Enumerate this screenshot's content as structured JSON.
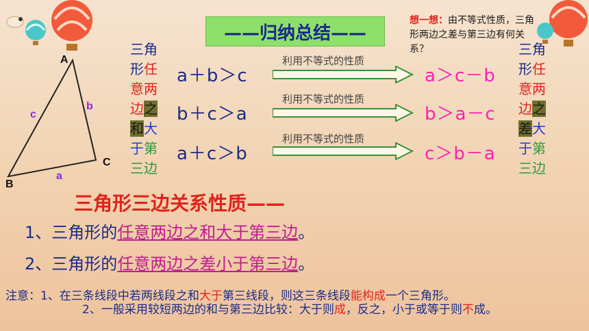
{
  "title": "——归纳总结——",
  "think": {
    "label": "想一想：",
    "text": "由不等式性质，三角形两边之差与第三边有何关系？"
  },
  "triangle": {
    "A": "A",
    "B": "B",
    "C": "C",
    "a": "a",
    "b": "b",
    "c": "c"
  },
  "left_col": {
    "c1": "三角",
    "c2a": "形",
    "c2b": "任",
    "c3": "意两",
    "c4a": "边",
    "c4b": "之",
    "c5a": "和",
    "c5b": "大",
    "c6a": "于",
    "c6b": "第",
    "c7": "三边"
  },
  "right_col": {
    "c1": "三角",
    "c2a": "形",
    "c2b": "任",
    "c3": "意两",
    "c4a": "边",
    "c4b": "之",
    "c5a": "差",
    "c5b": "大",
    "c6a": "于",
    "c6b": "第",
    "c7": "三边"
  },
  "rows": [
    {
      "ineq": "a＋b＞c",
      "label": "利用不等式的性质",
      "result": "a＞c－b"
    },
    {
      "ineq": "b＋c＞a",
      "label": "利用不等式的性质",
      "result": "b＞a－c"
    },
    {
      "ineq": "a＋c＞b",
      "label": "利用不等式的性质",
      "result": "c＞b－a"
    }
  ],
  "heading": "三角形三边关系性质——",
  "prop1": {
    "pre": "1、三角形的",
    "u1": "任意两边之和",
    "u2": "大于",
    "u3": "第三边",
    "end": "。"
  },
  "prop2": {
    "pre": "2、三角形的",
    "u1": "任意两边之差",
    "u2": "小于",
    "u3": "第三边",
    "end": "。"
  },
  "note1": {
    "a": "注意：1、在三条线段中若两线段之和",
    "b": "大于",
    "c": "第三线段，则这三条线段",
    "d": "能构成",
    "e": "一个三角形。"
  },
  "note2": {
    "a": "2、一般采用较短两边的和与第三边比较：大于则",
    "b": "成",
    "c": "，反之，小于或等于则",
    "d": "不",
    "e": "成。"
  }
}
